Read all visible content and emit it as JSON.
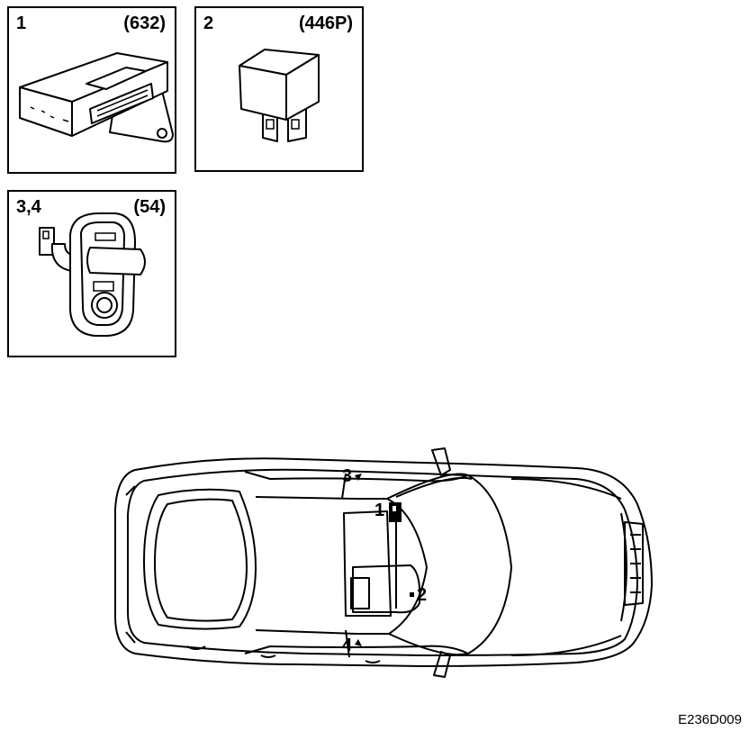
{
  "panels": [
    {
      "number": "1",
      "code": "(632)",
      "icon": "control-module"
    },
    {
      "number": "2",
      "code": "(446P)",
      "icon": "relay"
    },
    {
      "number": "3,4",
      "code": "(54)",
      "icon": "door-switch"
    }
  ],
  "car": {
    "callouts": [
      "1",
      "2",
      "3",
      "4"
    ]
  },
  "reference": "E236D009"
}
